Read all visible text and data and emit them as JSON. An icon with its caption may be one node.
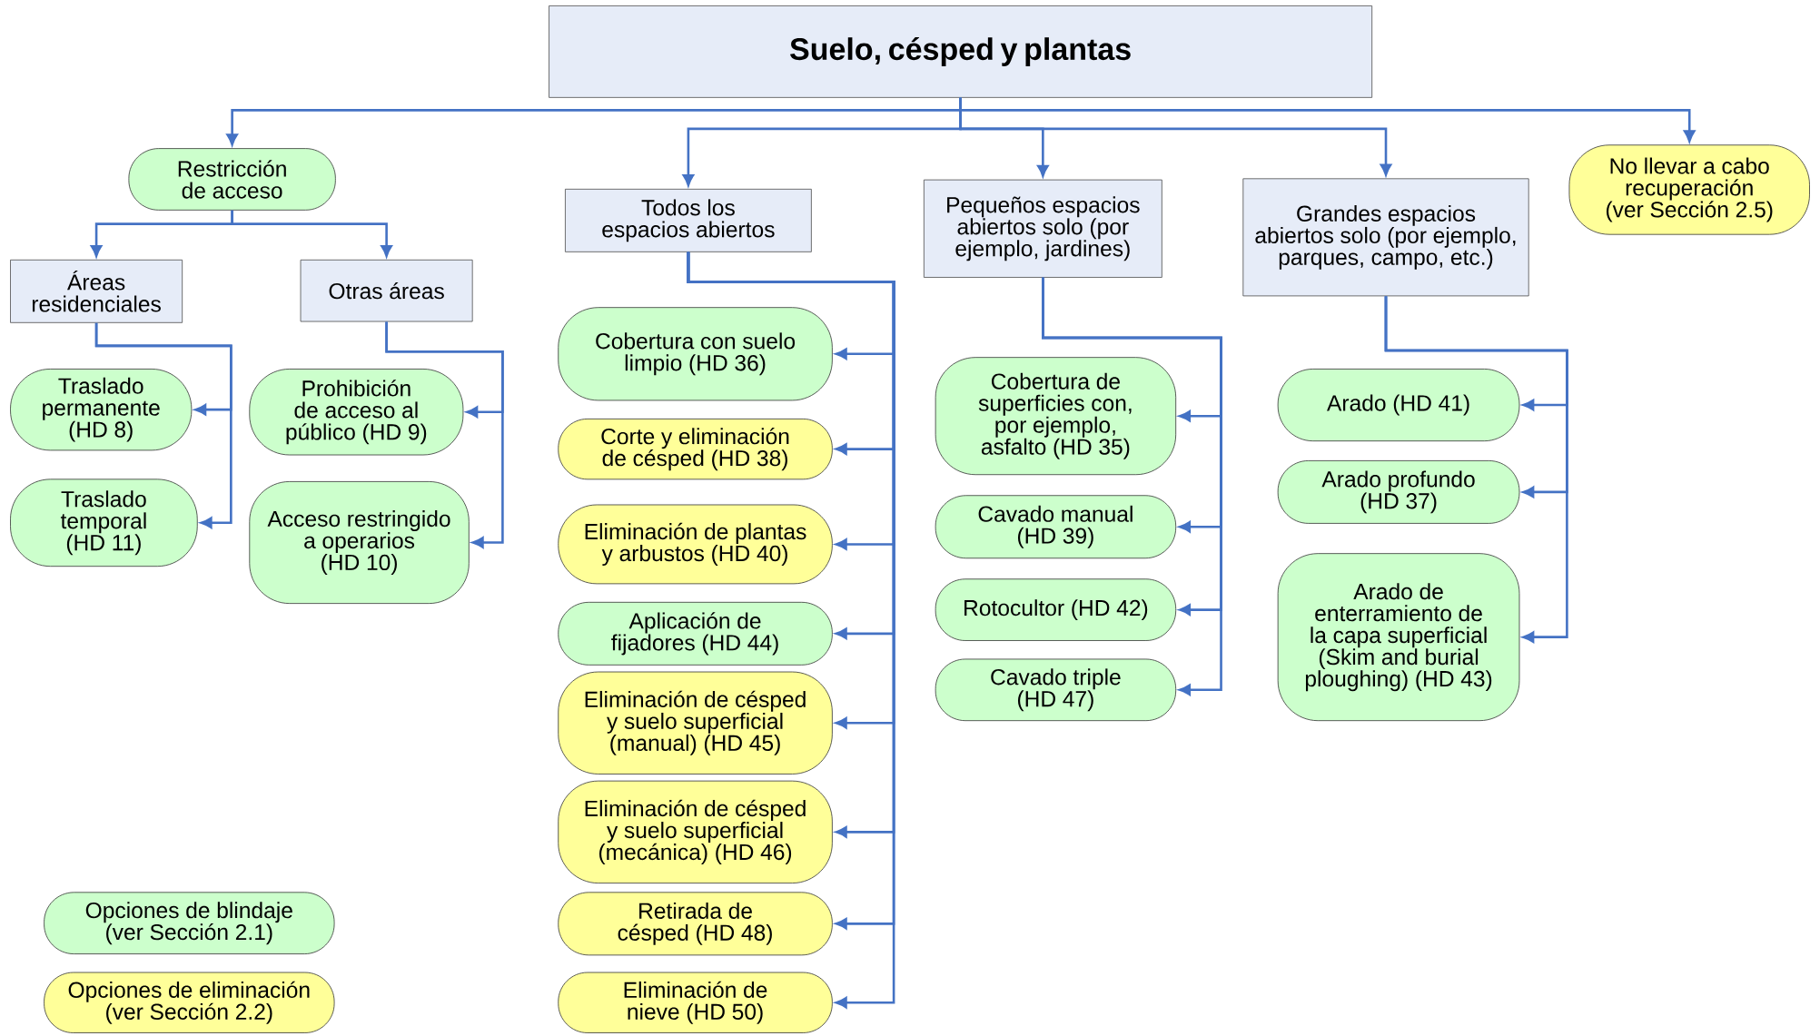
{
  "diagram": {
    "nodes": [
      {
        "text": [
          "Suelo, césped y plantas"
        ]
      },
      {
        "text": [
          "Restricción de acceso"
        ]
      },
      {
        "text": [
          "Áreas residenciales"
        ]
      },
      {
        "text": [
          "Otras áreas"
        ]
      },
      {
        "text": [
          "Traslado permanente (HD 8)"
        ]
      },
      {
        "text": [
          "Traslado temporal (HD 11)"
        ]
      },
      {
        "text": [
          "Prohibición de acceso al público (HD 9)"
        ]
      },
      {
        "text": [
          "Acceso restringido a operarios (HD 10)"
        ]
      },
      {
        "text": [
          "Todos los espacios abiertos"
        ]
      },
      {
        "text": [
          "Cobertura con suelo limpio (HD 36)"
        ]
      },
      {
        "text": [
          "Corte y eliminación de césped (HD 38)"
        ]
      },
      {
        "text": [
          "Eliminación de plantas y arbustos (HD 40)"
        ]
      },
      {
        "text": [
          "Aplicación de fijadores (HD 44)"
        ]
      },
      {
        "text": [
          "Eliminación de césped y suelo superficial (manual) (HD 45)"
        ]
      },
      {
        "text": [
          "Eliminación de césped y suelo superficial (mecánica) (HD 46)"
        ]
      },
      {
        "text": [
          "Retirada de césped (HD 48)"
        ]
      },
      {
        "text": [
          "Eliminación de nieve (HD 50)"
        ]
      },
      {
        "text": [
          "Pequeños espacios abiertos solo (por ejemplo, jardines)"
        ]
      },
      {
        "text": [
          "Cobertura de superficies con, por ejemplo, asfalto (HD 35)"
        ]
      },
      {
        "text": [
          "Cavado manual (HD 39)"
        ]
      },
      {
        "text": [
          "Rotocultor (HD 42)"
        ]
      },
      {
        "text": [
          "Cavado triple (HD 47)"
        ]
      },
      {
        "text": [
          "Grandes espacios abiertos solo (por ejemplo, parques, campo, etc.)"
        ]
      },
      {
        "text": [
          "Arado (HD 41)"
        ]
      },
      {
        "text": [
          "Arado profundo (HD 37)"
        ]
      },
      {
        "text": [
          "Arado de enterramiento de la capa superficial (Skim and burial ploughing) (HD 43)"
        ]
      },
      {
        "text": [
          "No llevar a cabo recuperación (ver Sección 2.5)"
        ]
      }
    ],
    "edges": [
      {
        "from": 0,
        "to": 1,
        "arrow": "to"
      },
      {
        "from": 0,
        "to": 8,
        "arrow": "to"
      },
      {
        "from": 0,
        "to": 17,
        "arrow": "to"
      },
      {
        "from": 0,
        "to": 22,
        "arrow": "to"
      },
      {
        "from": 0,
        "to": 26,
        "arrow": "to"
      },
      {
        "from": 1,
        "to": 2,
        "arrow": "to"
      },
      {
        "from": 1,
        "to": 3,
        "arrow": "to"
      },
      {
        "from": 2,
        "to": 4,
        "arrow": "to"
      },
      {
        "from": 2,
        "to": 5,
        "arrow": "to"
      },
      {
        "from": 3,
        "to": 6,
        "arrow": "to"
      },
      {
        "from": 3,
        "to": 7,
        "arrow": "to"
      },
      {
        "from": 8,
        "to": 9,
        "arrow": "to"
      },
      {
        "from": 8,
        "to": 10,
        "arrow": "to"
      },
      {
        "from": 8,
        "to": 11,
        "arrow": "to"
      },
      {
        "from": 8,
        "to": 12,
        "arrow": "to"
      },
      {
        "from": 8,
        "to": 13,
        "arrow": "to"
      },
      {
        "from": 8,
        "to": 14,
        "arrow": "to"
      },
      {
        "from": 8,
        "to": 15,
        "arrow": "to"
      },
      {
        "from": 8,
        "to": 16,
        "arrow": "to"
      },
      {
        "from": 17,
        "to": 18,
        "arrow": "to"
      },
      {
        "from": 17,
        "to": 19,
        "arrow": "to"
      },
      {
        "from": 17,
        "to": 20,
        "arrow": "to"
      },
      {
        "from": 17,
        "to": 21,
        "arrow": "to"
      },
      {
        "from": 22,
        "to": 23,
        "arrow": "to"
      },
      {
        "from": 22,
        "to": 24,
        "arrow": "to"
      },
      {
        "from": 22,
        "to": 25,
        "arrow": "to"
      }
    ],
    "legend": [
      {
        "text": "Opciones de blindaje (ver Sección 2.1)",
        "color": "#ccffcc"
      },
      {
        "text": "Opciones de eliminación (ver Sección 2.2)",
        "color": "#ffff99"
      }
    ]
  }
}
